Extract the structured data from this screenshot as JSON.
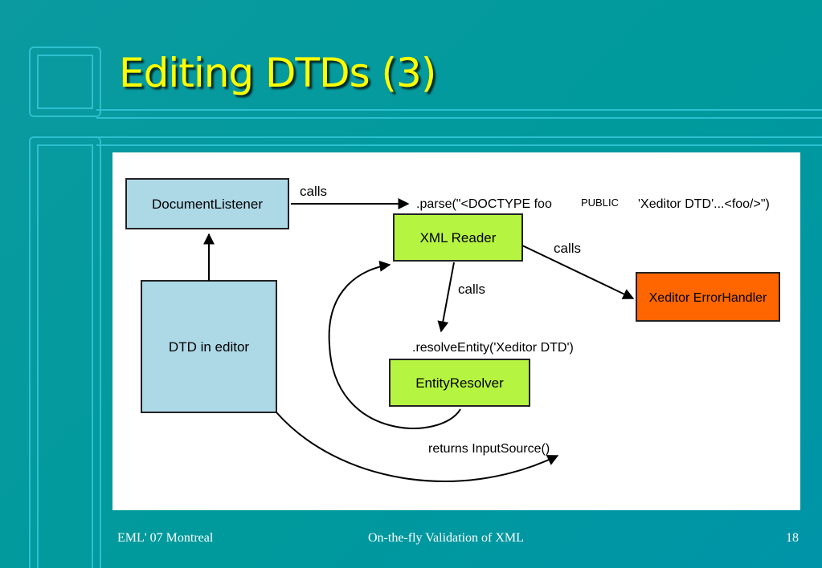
{
  "slide": {
    "title": "Editing DTDs (3)"
  },
  "diagram": {
    "nodes": {
      "document_listener": "DocumentListener",
      "dtd_in_editor": "DTD in editor",
      "xml_reader": "XML Reader",
      "entity_resolver": "EntityResolver",
      "error_handler": "Xeditor ErrorHandler"
    },
    "labels": {
      "calls_top": "calls",
      "calls_reader_handler": "calls",
      "calls_reader_resolver": "calls",
      "parse_call_start": ".parse(\"<DOCTYPE foo",
      "parse_public": "PUBLIC",
      "parse_call_end": "'Xeditor DTD'...<foo/>\")",
      "resolve_entity": ".resolveEntity('Xeditor DTD')",
      "returns_input_source": "returns InputSource()"
    },
    "colors": {
      "light_blue": "#add8e6",
      "light_green": "#b6f442",
      "orange": "#ff6600"
    }
  },
  "footer": {
    "left": "EML' 07 Montreal",
    "center": "On-the-fly Validation of XML",
    "page": "18"
  }
}
